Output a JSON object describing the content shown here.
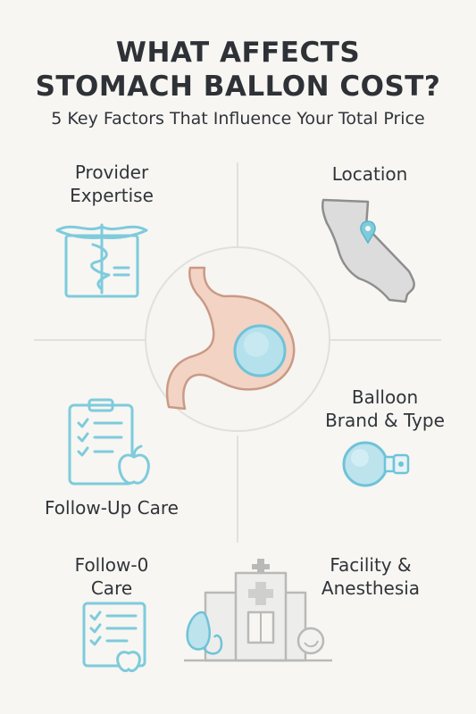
{
  "header": {
    "title_line1": "WHAT AFFECTS",
    "title_line2": "STOMACH BALLON COST?",
    "subtitle": "5 Key Factors That Influence Your Total Price"
  },
  "factors": {
    "provider_line1": "Provider",
    "provider_line2": "Expertise",
    "location": "Location",
    "balloon_line1": "Balloon",
    "balloon_line2": "Brand & Type",
    "followup": "Follow-Up Care",
    "followup_alt_line1": "Follow-0",
    "followup_alt_line2": "Care",
    "facility_line1": "Facility &",
    "facility_line2": "Anesthesia"
  },
  "colors": {
    "background": "#f7f6f2",
    "accent_blue": "#7ecbdc",
    "stomach": "#f2d3c4",
    "map_gray": "#dcdcdc"
  }
}
